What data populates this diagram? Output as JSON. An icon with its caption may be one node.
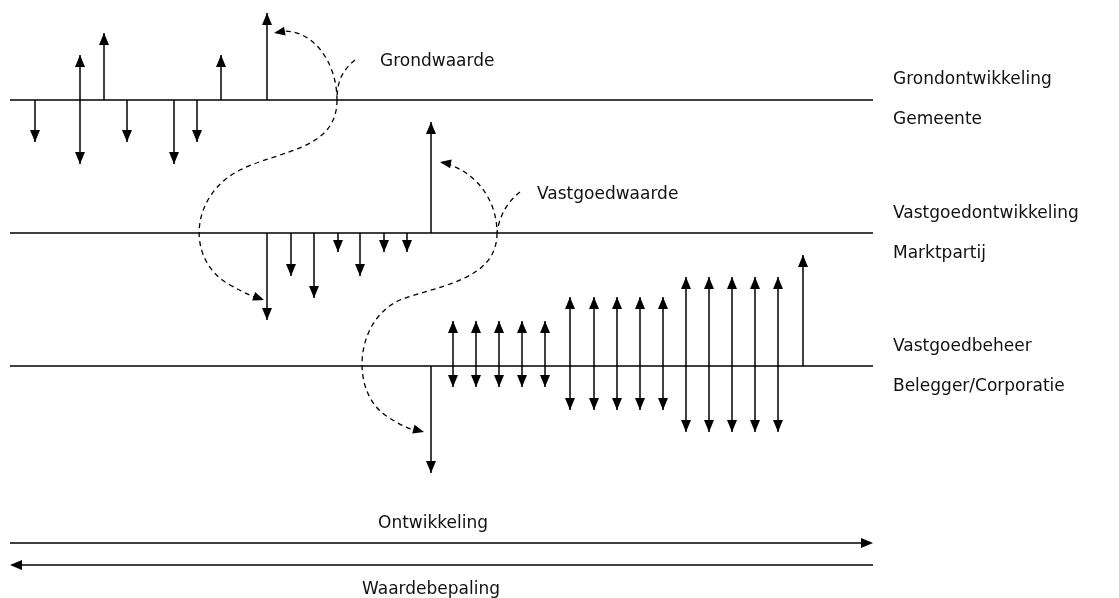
{
  "diagram": {
    "labels": [
      "Grondwaarde",
      "Grondontwikkeling",
      "Gemeente",
      "Vastgoedwaarde",
      "Vastgoedontwikkeling",
      "Marktpartij",
      "Vastgoedbeheer",
      "Belegger/Corporatie",
      "Ontwikkeling",
      "Waardebepaling"
    ]
  }
}
